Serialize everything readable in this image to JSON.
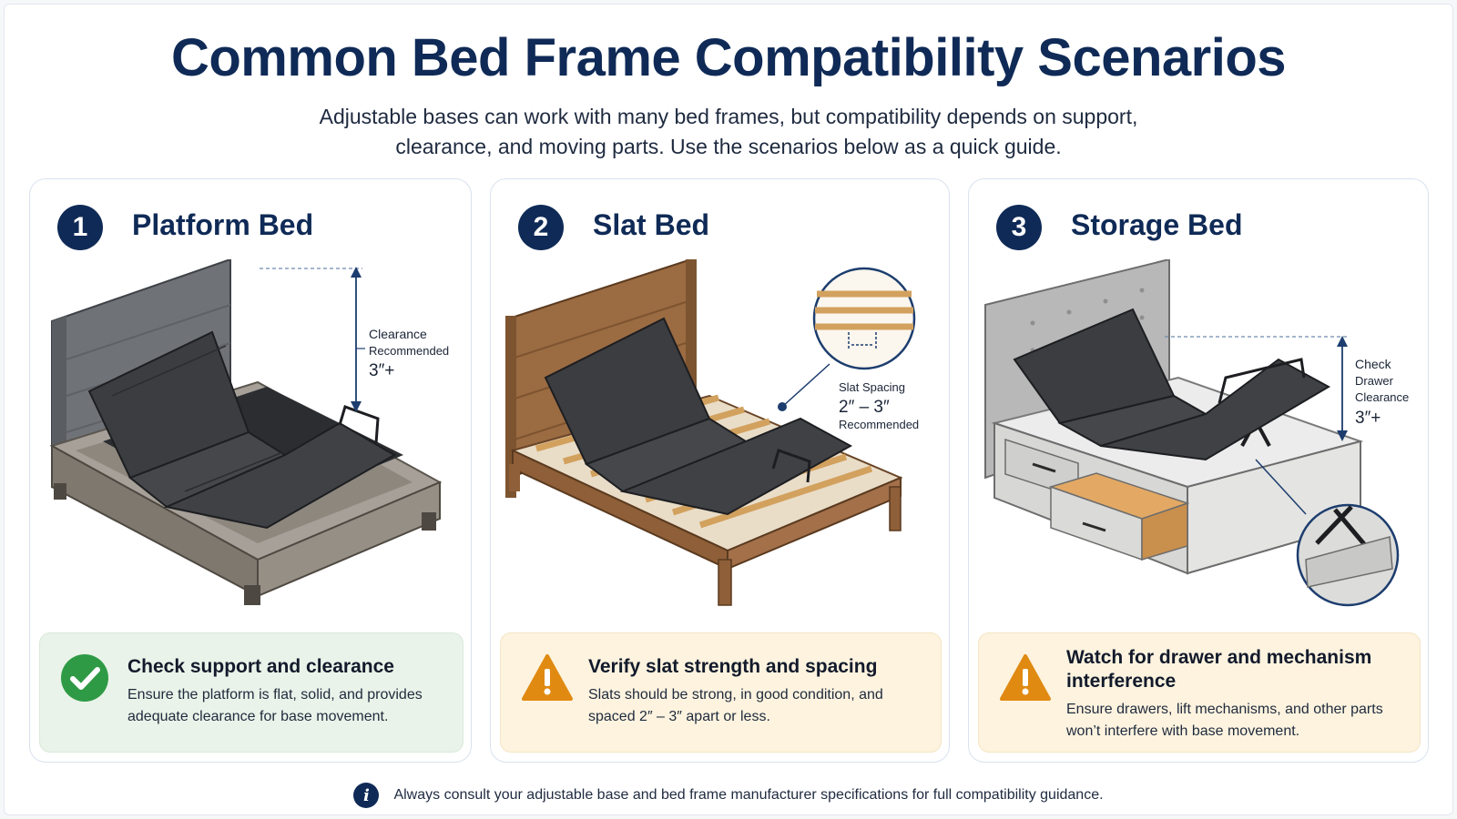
{
  "header": {
    "title": "Common Bed Frame Compatibility Scenarios",
    "subtitle": "Adjustable bases can work with many bed frames, but compatibility depends on support, clearance, and moving parts. Use the scenarios below as a quick guide."
  },
  "cards": [
    {
      "number": "1",
      "title": "Platform Bed",
      "annotation": {
        "line1": "Clearance",
        "line2": "Recommended",
        "value": "3″+"
      },
      "tip": {
        "status": "check-icon",
        "title": "Check support and clearance",
        "body": "Ensure the platform is flat, solid, and provides adequate clearance for base movement."
      }
    },
    {
      "number": "2",
      "title": "Slat Bed",
      "annotation": {
        "line1": "Slat Spacing",
        "value": "2″ – 3″",
        "line2": "Recommended"
      },
      "tip": {
        "status": "warning-icon",
        "title": "Verify slat strength and spacing",
        "body": "Slats should be strong, in good condition, and spaced 2″ – 3″ apart or less."
      }
    },
    {
      "number": "3",
      "title": "Storage Bed",
      "annotation": {
        "line1": "Check",
        "line2": "Drawer",
        "line3": "Clearance",
        "value": "3″+"
      },
      "tip": {
        "status": "warning-icon",
        "title": "Watch for drawer and mechanism interference",
        "body": "Ensure drawers, lift mechanisms, and other parts won’t interfere with base movement."
      }
    }
  ],
  "footer": {
    "icon": "info-icon",
    "text": "Always consult your adjustable base and bed frame manufacturer specifications for full compatibility guidance."
  },
  "colors": {
    "navy": "#0f2a56",
    "good_green": "#2f9a45",
    "warn_orange": "#e08a12",
    "good_bg": "#e9f3e9",
    "warn_bg": "#fdf3df"
  }
}
